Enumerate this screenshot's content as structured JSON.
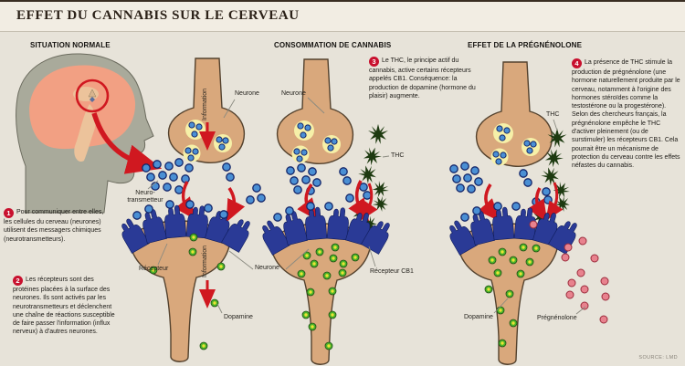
{
  "title": "EFFET DU CANNABIS SUR LE CERVEAU",
  "source": "SOURCE: LMD",
  "panels": [
    {
      "header": "SITUATION NORMALE"
    },
    {
      "header": "CONSOMMATION DE CANNABIS"
    },
    {
      "header": "EFFET DE LA PRÉGNÉNOLONE"
    }
  ],
  "labels": {
    "neurone": "Neurone",
    "information": "Information",
    "neuro_transmetteur": "Neuro-transmetteur",
    "recepteur": "Récepteur",
    "dopamine": "Dopamine",
    "thc": "THC",
    "recepteur_cb1": "Récepteur CB1",
    "pregnenolone": "Prégnénolone"
  },
  "notes": [
    {
      "num": "1",
      "text": "Pour communiquer entre elles, les cellules du cerveau (neurones) utilisent des messagers chimiques (neurotransmetteurs)."
    },
    {
      "num": "2",
      "text": "Les récepteurs sont des protéines placées à la surface des neurones. Ils sont activés par les neurotransmetteurs et déclenchent une chaîne de réactions susceptible de faire passer l'information (influx nerveux) à d'autres neurones."
    },
    {
      "num": "3",
      "text": "Le THC, le principe actif du cannabis, active certains récepteurs appelés CB1. Conséquence: la production de dopamine (hormone du plaisir) augmente."
    },
    {
      "num": "4",
      "text": "La présence de THC stimule la production de prégnénolone (une hormone naturellement produite par le cerveau, notamment à l'origine des hormones stéroïdes comme la testostérone ou la progestérone). Selon des chercheurs français, la prégnénolone empêche le THC d'activer pleinement (ou de surstimuler) les récepteurs CB1. Cela pourrait être un mécanisme de protection du cerveau contre les effets néfastes du cannabis."
    }
  ],
  "colors": {
    "accent_red": "#c8102e",
    "neuron_tan": "#d9a87c",
    "receptor_blue": "#2a3a96",
    "neurotransmitter_blue": "#4a8fd4",
    "dopamine_green": "#4cb32a",
    "dopamine_core_yellow": "#e9e435",
    "pregnenolone_pink": "#e8828e",
    "vesicle_yellow": "#f6f0a8",
    "cannabis_green": "#1d3a10",
    "brain_salmon": "#f2a083",
    "head_grey": "#a9aa9b",
    "background": "#e7e3d9",
    "titlebar": "#f2ede3"
  }
}
